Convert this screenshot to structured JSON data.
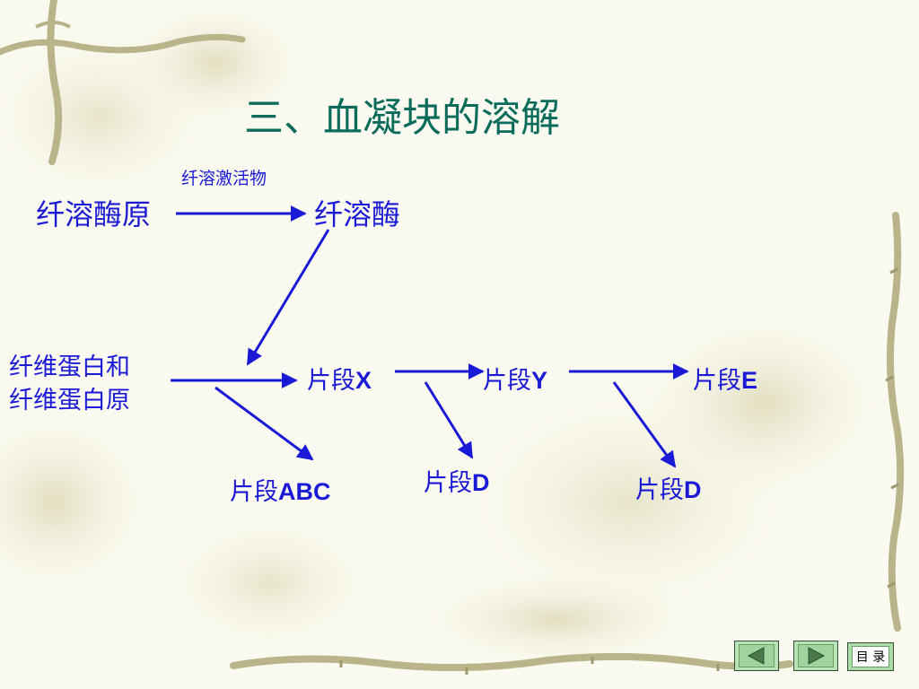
{
  "title": "三、血凝块的溶解",
  "activator_label": "纤溶激活物",
  "nodes": {
    "plasminogen": "纤溶酶原",
    "plasmin": "纤溶酶",
    "fibrin_line1": "纤维蛋白和",
    "fibrin_line2": "纤维蛋白原",
    "fragment_x": {
      "prefix": "片段",
      "letter": "X"
    },
    "fragment_y": {
      "prefix": "片段",
      "letter": "Y"
    },
    "fragment_e": {
      "prefix": "片段",
      "letter": "E"
    },
    "fragment_abc": {
      "prefix": "片段",
      "letter": "ABC"
    },
    "fragment_d1": {
      "prefix": "片段",
      "letter": "D"
    },
    "fragment_d2": {
      "prefix": "片段",
      "letter": "D"
    }
  },
  "nav": {
    "menu_label": "目 录"
  },
  "colors": {
    "diagram": "#1a1ad6",
    "title": "#0c6c5c",
    "nav_button": "#a9dca6"
  }
}
